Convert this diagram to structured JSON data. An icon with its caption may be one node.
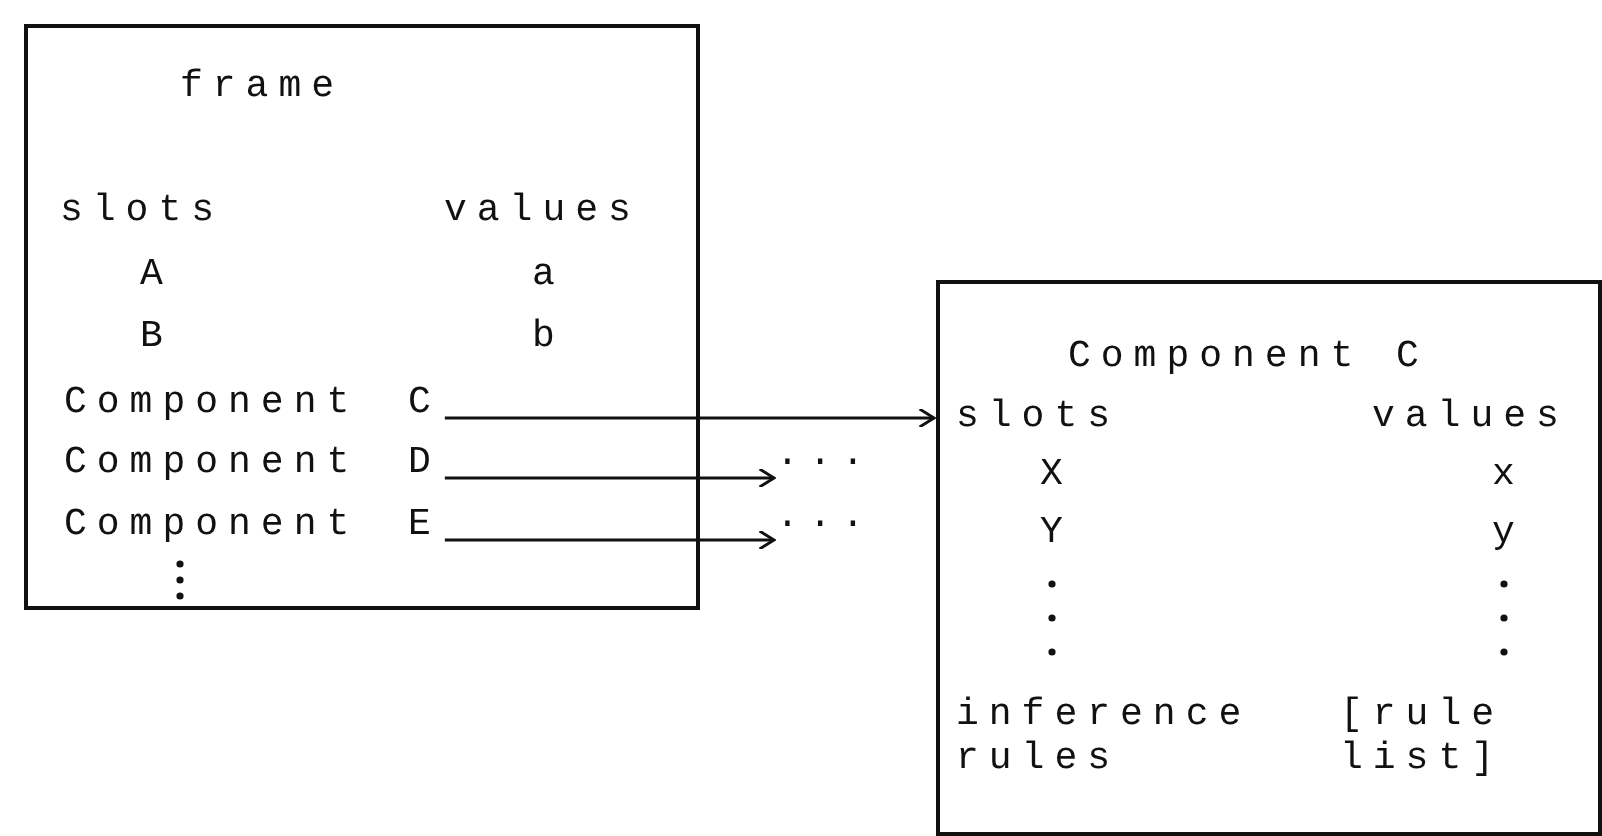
{
  "diagram": {
    "nodes": [
      {
        "text": [
          "frame",
          "slots",
          "values",
          "A",
          "a",
          "B",
          "b"
        ]
      },
      {
        "text": [
          "Component C"
        ],
        "in": 0
      },
      {
        "text": [
          "Component D"
        ],
        "in": 0
      },
      {
        "text": [
          "Component E"
        ],
        "in": 0
      },
      {
        "text": [
          "Component C",
          "slots",
          "values",
          "X",
          "x",
          "Y",
          "y",
          "inference rules",
          "[rule list]"
        ]
      },
      {
        "text": [
          "..."
        ]
      },
      {
        "text": [
          "..."
        ]
      }
    ],
    "edges": [
      {
        "from": 1,
        "to": 4,
        "arrow": "to"
      },
      {
        "from": 2,
        "to": 5,
        "arrow": "to"
      },
      {
        "from": 3,
        "to": 6,
        "arrow": "to"
      }
    ]
  }
}
